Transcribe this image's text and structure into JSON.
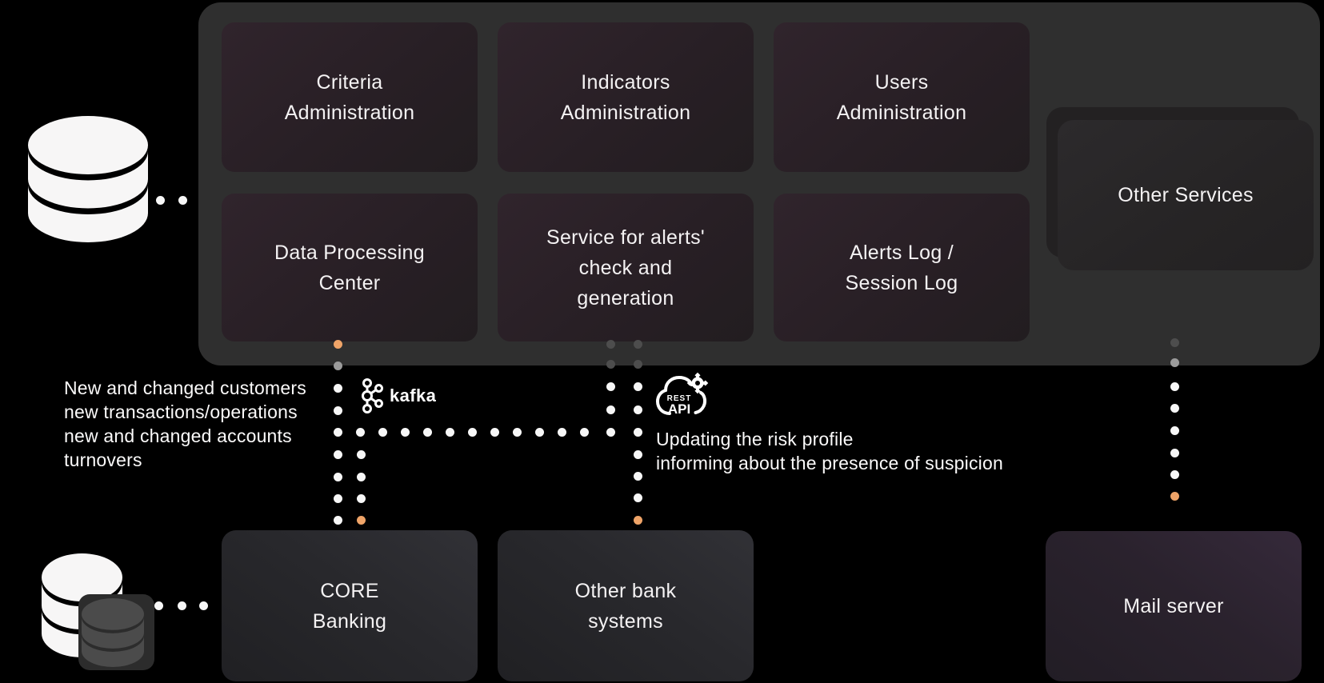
{
  "platform": {
    "boxes": [
      {
        "label": "Criteria\nAdministration"
      },
      {
        "label": "Indicators\nAdministration"
      },
      {
        "label": "Users\nAdministration"
      },
      {
        "label": "Data Processing\nCenter"
      },
      {
        "label": "Service for alerts'\ncheck and\ngeneration"
      },
      {
        "label": "Alerts Log /\nSession Log"
      }
    ],
    "other_services": {
      "label": "Other Services"
    }
  },
  "external": {
    "core_banking": {
      "label": "CORE\nBanking"
    },
    "other_bank_systems": {
      "label": "Other bank\nsystems"
    },
    "mail_server": {
      "label": "Mail server"
    }
  },
  "annotations": {
    "source_note": "New and changed customers\nnew transactions/operations\nnew and changed accounts\nturnovers",
    "risk_note": "Updating the risk profile\ninforming about the presence of suspicion"
  },
  "logos": {
    "kafka": {
      "label": "kafka"
    },
    "rest_api": {
      "line1": "REST",
      "line2": "API"
    }
  },
  "colors": {
    "background": "#000000",
    "platform_surface": "#2f2f2f",
    "node_dark": "#281f25",
    "accent_orange": "#efa468",
    "dot_white": "#f7f7f7",
    "dot_gray": "#4d4d4d",
    "dot_faded": "#9b9b9b",
    "text": "#f4f2f3"
  }
}
